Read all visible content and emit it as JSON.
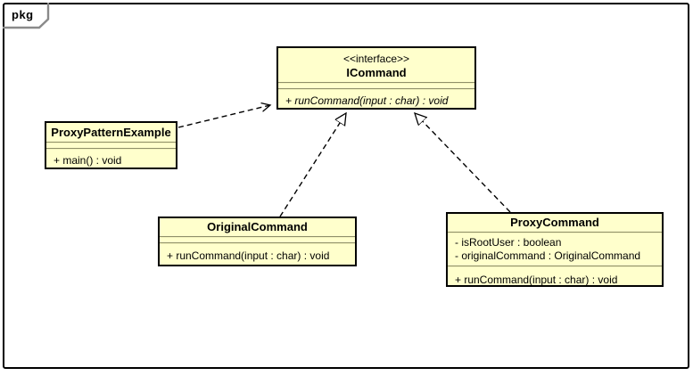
{
  "package": {
    "label": "pkg"
  },
  "diagram": {
    "classes": {
      "icommand": {
        "stereotype": "<<interface>>",
        "name": "ICommand",
        "attributes": [],
        "methods": [
          "+ runCommand(input : char) : void"
        ]
      },
      "proxy_pattern_example": {
        "name": "ProxyPatternExample",
        "attributes": [],
        "methods": [
          "+ main() : void"
        ]
      },
      "original_command": {
        "name": "OriginalCommand",
        "attributes": [],
        "methods": [
          "+ runCommand(input : char) : void"
        ]
      },
      "proxy_command": {
        "name": "ProxyCommand",
        "attributes": [
          "- isRootUser : boolean",
          "- originalCommand : OriginalCommand"
        ],
        "methods": [
          "+ runCommand(input : char) : void"
        ]
      }
    },
    "edges": [
      {
        "type": "dependency",
        "from": "ProxyPatternExample",
        "to": "ICommand",
        "line": "dashed",
        "head": "open-arrow"
      },
      {
        "type": "realization",
        "from": "OriginalCommand",
        "to": "ICommand",
        "line": "dashed",
        "head": "hollow-triangle"
      },
      {
        "type": "realization",
        "from": "ProxyCommand",
        "to": "ICommand",
        "line": "dashed",
        "head": "hollow-triangle"
      }
    ],
    "colors": {
      "class_fill": "#FFFFCC",
      "class_border": "#000000",
      "separator_dark": "#8F8F69",
      "separator_light": "#F2F2BB",
      "tab_outline": "#8A8A8A",
      "edge": "#000000"
    }
  }
}
